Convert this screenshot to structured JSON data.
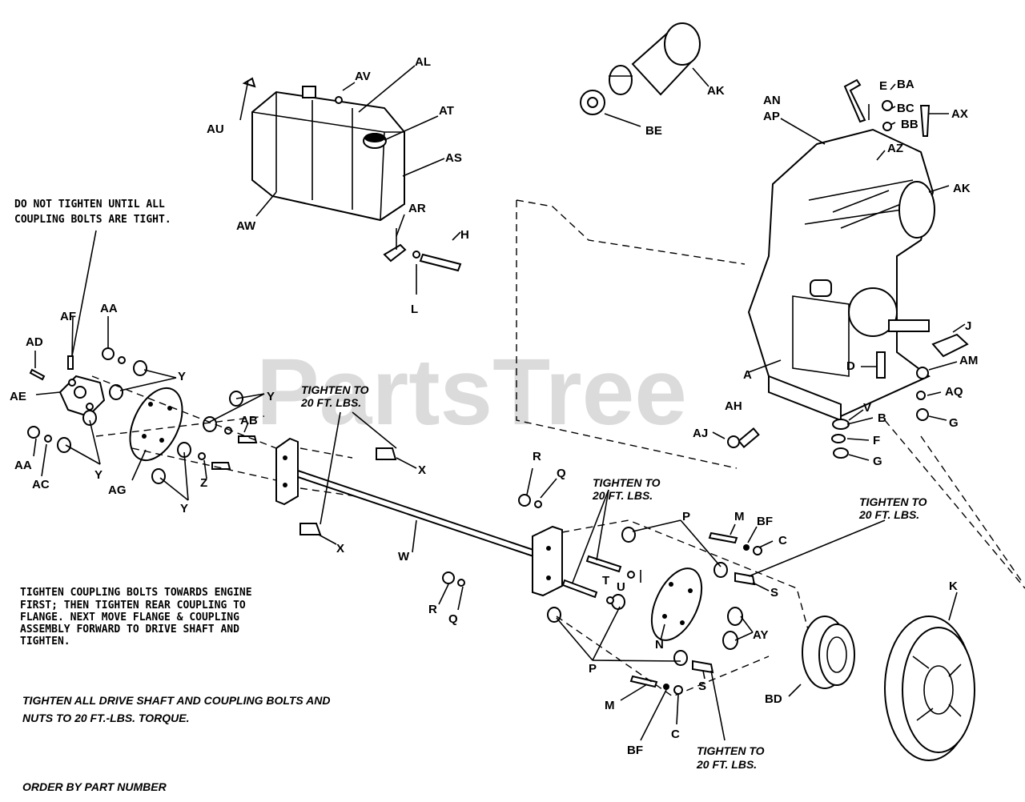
{
  "watermark": "PartsTree",
  "notes": {
    "do_not_tighten_line1": "DO NOT TIGHTEN UNTIL ALL",
    "do_not_tighten_line2": "COUPLING BOLTS ARE TIGHT.",
    "tighten_20_line1": "TIGHTEN TO",
    "tighten_20_line2": "20 FT. LBS.",
    "coupling_line1": "TIGHTEN COUPLING BOLTS TOWARDS ENGINE",
    "coupling_line2": "FIRST; THEN TIGHTEN REAR COUPLING TO",
    "coupling_line3": "FLANGE.  NEXT MOVE FLANGE & COUPLING",
    "coupling_line4": "ASSEMBLY FORWARD TO DRIVE SHAFT AND",
    "coupling_line5": "TIGHTEN.",
    "tighten_all_line1": "TIGHTEN ALL DRIVE SHAFT AND COUPLING BOLTS AND",
    "tighten_all_line2": "NUTS TO 20 FT.-LBS. TORQUE.",
    "order": "ORDER BY PART NUMBER"
  },
  "labels": {
    "A": "A",
    "AA": "AA",
    "AB": "AB",
    "AC": "AC",
    "AD": "AD",
    "AE": "AE",
    "AF": "AF",
    "AG": "AG",
    "AH": "AH",
    "AJ": "AJ",
    "AK": "AK",
    "AL": "AL",
    "AM": "AM",
    "AN": "AN",
    "AP": "AP",
    "AQ": "AQ",
    "AR": "AR",
    "AS": "AS",
    "AT": "AT",
    "AU": "AU",
    "AV": "AV",
    "AW": "AW",
    "AX": "AX",
    "AY": "AY",
    "AZ": "AZ",
    "B": "B",
    "BA": "BA",
    "BB": "BB",
    "BC": "BC",
    "BD": "BD",
    "BE": "BE",
    "BF": "BF",
    "C": "C",
    "D": "D",
    "E": "E",
    "F": "F",
    "G": "G",
    "H": "H",
    "J": "J",
    "K": "K",
    "L": "L",
    "M": "M",
    "N": "N",
    "P": "P",
    "Q": "Q",
    "R": "R",
    "S": "S",
    "T": "T",
    "U": "U",
    "V": "V",
    "W": "W",
    "X": "X",
    "Y": "Y",
    "Z": "Z"
  }
}
